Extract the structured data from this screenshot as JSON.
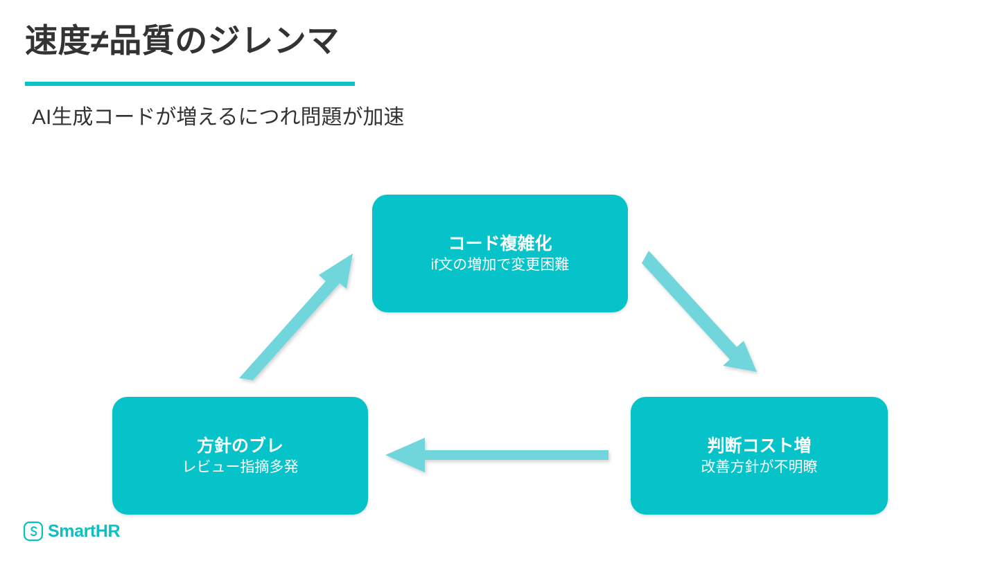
{
  "slide": {
    "title": "速度≠品質のジレンマ",
    "subtitle": "AI生成コードが増えるにつれ問題が加速",
    "accent_color": "#05C3C8",
    "arrow_color": "#6FD6DC",
    "title_color": "#333333",
    "background_color": "#FFFFFF"
  },
  "diagram": {
    "type": "cycle",
    "nodes": [
      {
        "id": "code-complexity",
        "title": "コード複雑化",
        "subtitle": "if文の増加で変更困難",
        "position": "top"
      },
      {
        "id": "judgement-cost",
        "title": "判断コスト増",
        "subtitle": "改善方針が不明瞭",
        "position": "bottom-right"
      },
      {
        "id": "policy-drift",
        "title": "方針のブレ",
        "subtitle": "レビュー指摘多発",
        "position": "bottom-left"
      }
    ],
    "arrows": [
      {
        "id": "arrow-top-to-right",
        "from": "code-complexity",
        "to": "judgement-cost",
        "direction": "down-right"
      },
      {
        "id": "arrow-right-to-left",
        "from": "judgement-cost",
        "to": "policy-drift",
        "direction": "left"
      },
      {
        "id": "arrow-left-to-top",
        "from": "policy-drift",
        "to": "code-complexity",
        "direction": "up-right"
      }
    ]
  },
  "logo": {
    "text": "SmartHR",
    "mark": "smarthr-s-icon",
    "color": "#0BBFC4"
  }
}
